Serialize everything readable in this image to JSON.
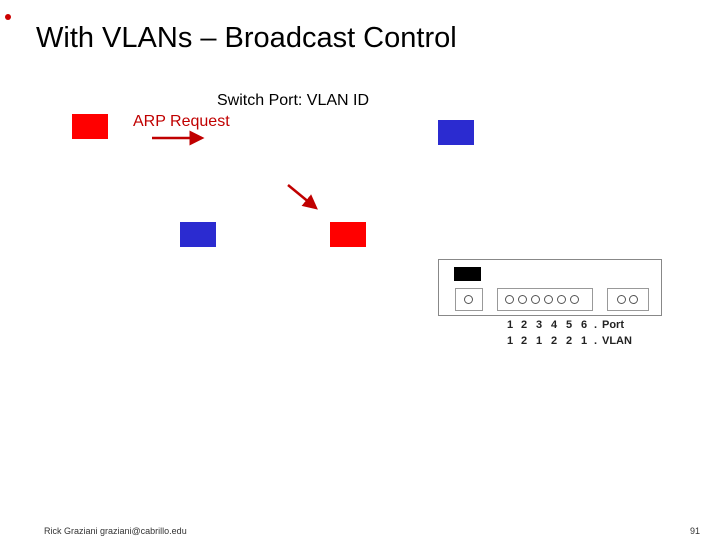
{
  "slide": {
    "title": "With VLANs – Broadcast Control",
    "switch_label": "Switch Port: VLAN ID",
    "arp_label": "ARP Request",
    "footer_author": "Rick Graziani graziani@cabrillo.edu",
    "page_number": "91"
  },
  "table": {
    "ports": [
      "1",
      "2",
      "3",
      "4",
      "5",
      "6",
      "."
    ],
    "vlans": [
      "1",
      "2",
      "1",
      "2",
      "2",
      "1",
      "."
    ],
    "port_label": "Port",
    "vlan_label": "VLAN"
  },
  "colors": {
    "vlan1": "#ff0000",
    "vlan2": "#2b2bd0",
    "bullet": "#cc0000",
    "arrow": "#c00000"
  }
}
